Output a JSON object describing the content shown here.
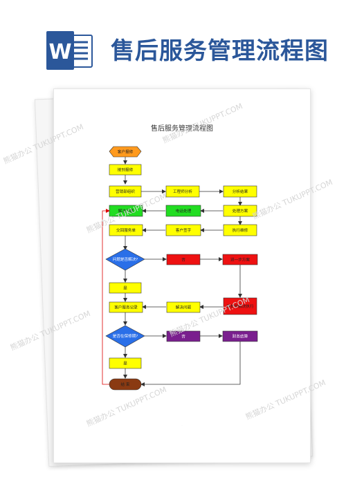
{
  "header": {
    "logo_letter": "W",
    "title": "售后服务管理流程图",
    "brand_color": "#2b579a"
  },
  "document": {
    "title": "售后服务管理流程图"
  },
  "diagram": {
    "nodes": {
      "customer_report": "客户报修",
      "receive_report": "接到报修",
      "dept_organize": "营销部组织",
      "engineer_analysis": "工程师分析",
      "analysis_result": "分析结果",
      "solve_problem": "解决问题",
      "phone_handle": "电话处理",
      "handle_plan": "处理方案",
      "return_service_form": "交回服务单",
      "customer_sign": "客户签字",
      "execute_repair": "执行维修",
      "decision_solved": "问题是否解决?",
      "no_1": "否",
      "further_plan": "进一步方案",
      "yes_1": "是",
      "customer_record": "客户服务记录",
      "solve_problem_2": "解决问题",
      "repeat_solve": "维护并解决执行",
      "decision_warranty": "是否在保修期?",
      "no_2": "否",
      "finance_settle": "财务结算",
      "yes_2": "是",
      "end": "结  束"
    },
    "colors": {
      "yellow": "#ffff00",
      "green": "#22dd22",
      "blue": "#2a6fe8",
      "red": "#ee1111",
      "purple": "#7a1f8e",
      "orange": "#ff9a1e",
      "brown": "#8a3a12"
    }
  },
  "watermark": "熊猫办公 TUKUPPT.COM",
  "footer_mark": "·"
}
